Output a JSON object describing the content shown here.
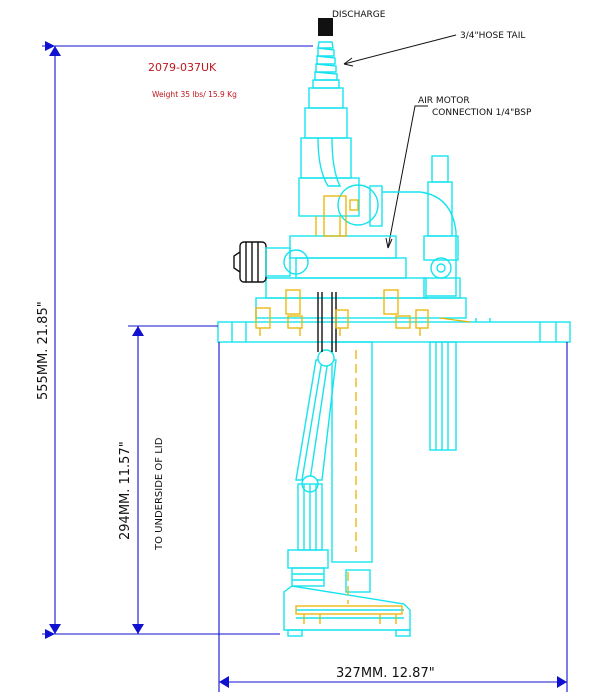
{
  "part_number": "2079-037UK",
  "weight": "Weight 35 lbs/ 15.9 Kg",
  "callouts": {
    "discharge": "DISCHARGE",
    "hose_tail": "3/4\"HOSE TAIL",
    "air_motor_line1": "AIR MOTOR",
    "air_motor_line2": "CONNECTION 1/4\"BSP"
  },
  "dimensions": {
    "overall_height": "555MM. 21.85\"",
    "lid_height": "294MM. 11.57\"",
    "lid_note": "TO UNDERSIDE OF LID",
    "width": "327MM. 12.87\""
  },
  "colors": {
    "pump_outline": "#17e3ee",
    "fasteners": "#e8b400",
    "dimension_lines": "#1010d0",
    "part_number_text": "#c0161c"
  }
}
